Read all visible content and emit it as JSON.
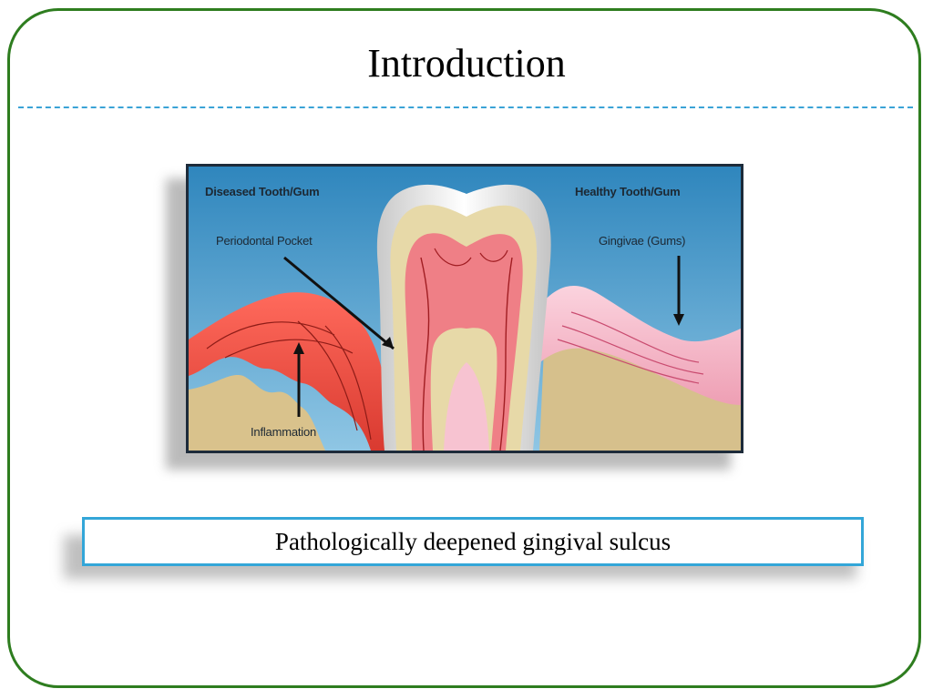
{
  "slide": {
    "title": "Introduction",
    "caption": "Pathologically deepened gingival sulcus"
  },
  "diagram": {
    "labels": {
      "diseased": "Diseased Tooth/Gum",
      "healthy": "Healthy Tooth/Gum",
      "pocket": "Periodontal Pocket",
      "gingivae": "Gingivae (Gums)",
      "inflammation": "Inflammation"
    }
  },
  "colors": {
    "frame_border": "#2e7d1f",
    "divider": "#3aa3d6",
    "caption_border": "#33a6d8",
    "diagram_background": "#2a7fb6",
    "diseased_gum": "#e8453c",
    "healthy_gum": "#f4b6c6",
    "bone": "#d8c69a"
  }
}
